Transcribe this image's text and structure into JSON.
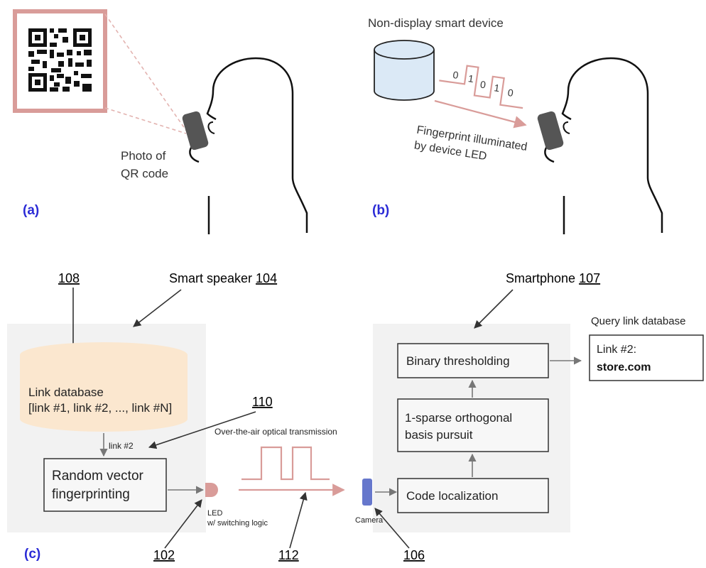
{
  "panel_a": {
    "label": "(a)",
    "caption_line1": "Photo of",
    "caption_line2": "QR code"
  },
  "panel_b": {
    "label": "(b)",
    "device_title": "Non-display smart device",
    "bits": [
      "0",
      "1",
      "0",
      "1",
      "0"
    ],
    "caption_line1": "Fingerprint illuminated",
    "caption_line2": "by device LED"
  },
  "panel_c": {
    "label": "(c)",
    "speaker": {
      "text": "Smart speaker ",
      "ref": "104"
    },
    "smartphone": {
      "text": "Smartphone ",
      "ref": "107"
    },
    "ref_108": "108",
    "ref_110": "110",
    "ref_102": "102",
    "ref_112": "112",
    "ref_106": "106",
    "database_line1": "Link database",
    "database_line2": "[link #1, link #2, ..., link #N]",
    "link_label": "link #2",
    "fingerprint_line1": "Random vector",
    "fingerprint_line2": "fingerprinting",
    "led_line1": "LED",
    "led_line2": "w/ switching logic",
    "transmission": "Over-the-air optical transmission",
    "camera": "Camera",
    "binary": "Binary thresholding",
    "pursuit_line1": "1-sparse orthogonal",
    "pursuit_line2": "basis pursuit",
    "localization": "Code localization",
    "query_title": "Query link database",
    "result_line1": "Link #2:",
    "result_line2": "store.com"
  },
  "colors": {
    "accent_pink": "#d99c99",
    "panel_label_blue": "#2b2bd6",
    "db_fill": "#fbe7cf",
    "cyl_fill": "#dbe9f6",
    "panel_bg": "#f2f2f2"
  }
}
